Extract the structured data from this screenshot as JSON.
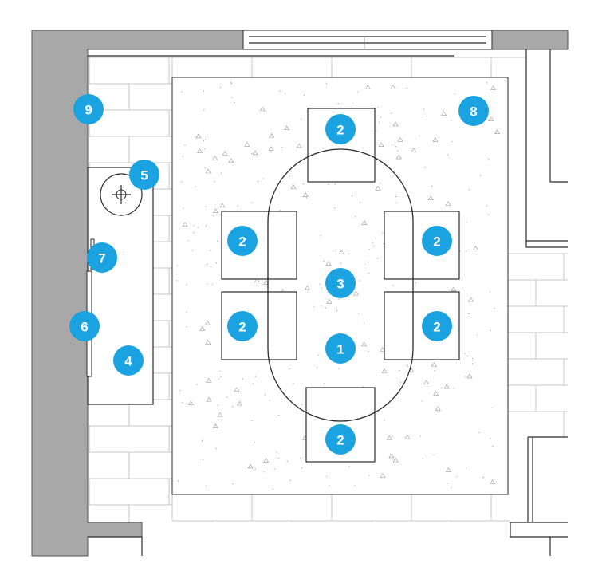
{
  "colors": {
    "marker": "#1aa3e0",
    "wall": "#a8a8a8",
    "line": "#2b2b2b",
    "rug": "#ffffff"
  },
  "markers": [
    {
      "id": "m1",
      "label": "1",
      "name": "dining-table"
    },
    {
      "id": "m2a",
      "label": "2",
      "name": "chair-top"
    },
    {
      "id": "m2b",
      "label": "2",
      "name": "chair-left-upper"
    },
    {
      "id": "m2c",
      "label": "2",
      "name": "chair-right-upper"
    },
    {
      "id": "m2d",
      "label": "2",
      "name": "chair-left-lower"
    },
    {
      "id": "m2e",
      "label": "2",
      "name": "chair-right-lower"
    },
    {
      "id": "m2f",
      "label": "2",
      "name": "chair-bottom"
    },
    {
      "id": "m3",
      "label": "3",
      "name": "table-center"
    },
    {
      "id": "m4",
      "label": "4",
      "name": "sideboard"
    },
    {
      "id": "m5",
      "label": "5",
      "name": "lamp"
    },
    {
      "id": "m6",
      "label": "6",
      "name": "wall-art-lower"
    },
    {
      "id": "m7",
      "label": "7",
      "name": "wall-art-upper"
    },
    {
      "id": "m8",
      "label": "8",
      "name": "rug"
    },
    {
      "id": "m9",
      "label": "9",
      "name": "brick-wall"
    }
  ]
}
